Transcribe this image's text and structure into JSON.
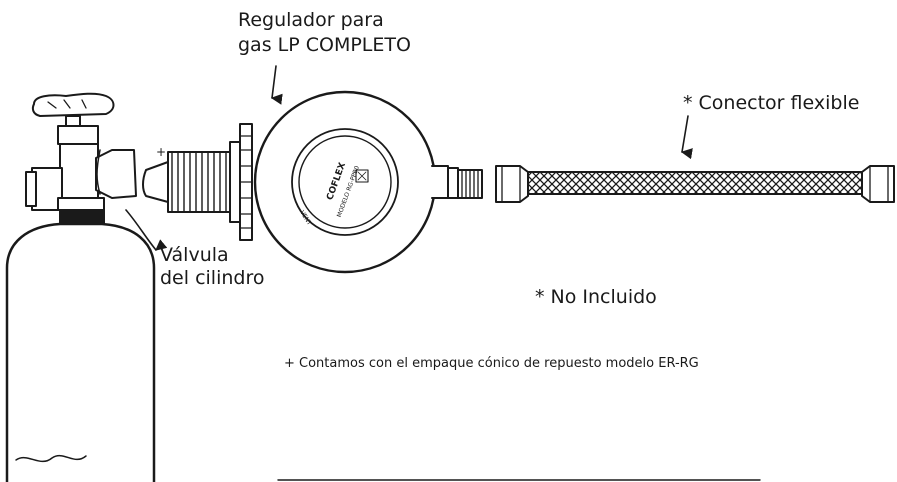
{
  "labels": {
    "regulator_line1": "Regulador para",
    "regulator_line2": "gas LP COMPLETO",
    "connector": "* Conector flexible",
    "valve_line1": "Válvula",
    "valve_line2": "del cilindro",
    "not_included": "* No Incluido",
    "note": "+ Contamos con el empaque cónico de repuesto modelo ER-RG",
    "plus_mark": "+"
  },
  "regulator_dial": {
    "brand": "COFLEX",
    "model": "MODELO RG-PPB0",
    "vent": "VENT"
  },
  "colors": {
    "ink": "#1a1a1a",
    "background": "#ffffff"
  }
}
